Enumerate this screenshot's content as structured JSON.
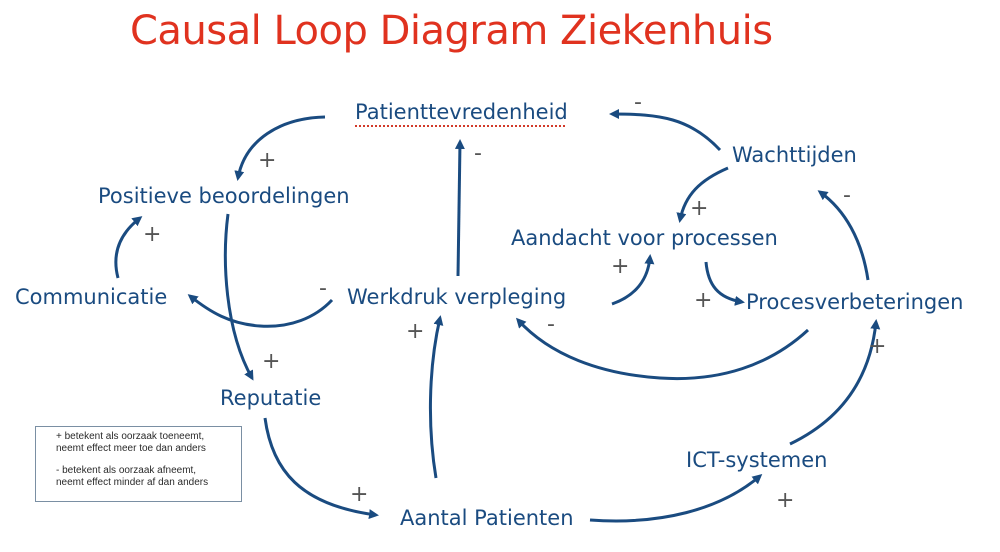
{
  "title": "Causal Loop Diagram Ziekenhuis",
  "nodes": {
    "patienttevredenheid": "Patienttevredenheid",
    "positieve_beoordelingen": "Positieve beoordelingen",
    "wachttijden": "Wachttijden",
    "aandacht_voor_processen": "Aandacht voor processen",
    "communicatie": "Communicatie",
    "werkdruk_verpleging": "Werkdruk verpleging",
    "procesverbeteringen": "Procesverbeteringen",
    "reputatie": "Reputatie",
    "ict_systemen": "ICT-systemen",
    "aantal_patienten": "Aantal Patienten"
  },
  "links": [
    {
      "from": "Patienttevredenheid",
      "to": "Positieve beoordelingen",
      "polarity": "+"
    },
    {
      "from": "Wachttijden",
      "to": "Patienttevredenheid",
      "polarity": "-"
    },
    {
      "from": "Werkdruk verpleging",
      "to": "Patienttevredenheid",
      "polarity": "-"
    },
    {
      "from": "Wachttijden",
      "to": "Aandacht voor processen",
      "polarity": "+"
    },
    {
      "from": "Procesverbeteringen",
      "to": "Wachttijden",
      "polarity": "-"
    },
    {
      "from": "Communicatie",
      "to": "Positieve beoordelingen",
      "polarity": "+"
    },
    {
      "from": "Werkdruk verpleging",
      "to": "Communicatie",
      "polarity": "-"
    },
    {
      "from": "Werkdruk verpleging",
      "to": "Aandacht voor processen",
      "polarity": "+"
    },
    {
      "from": "Aandacht voor processen",
      "to": "Procesverbeteringen",
      "polarity": "+"
    },
    {
      "from": "Procesverbeteringen",
      "to": "Werkdruk verpleging",
      "polarity": "-"
    },
    {
      "from": "Positieve beoordelingen",
      "to": "Reputatie",
      "polarity": "+"
    },
    {
      "from": "Aantal Patienten",
      "to": "Werkdruk verpleging",
      "polarity": "+"
    },
    {
      "from": "ICT-systemen",
      "to": "Procesverbeteringen",
      "polarity": "+"
    },
    {
      "from": "Reputatie",
      "to": "Aantal Patienten",
      "polarity": "+"
    },
    {
      "from": "Aantal Patienten",
      "to": "ICT-systemen",
      "polarity": "+"
    }
  ],
  "legend": {
    "plus_line1": "+ betekent als oorzaak toeneemt,",
    "plus_line2": "neemt effect meer toe dan anders",
    "minus_line1": "- betekent als oorzaak afneemt,",
    "minus_line2": "neemt effect minder af dan anders"
  },
  "colors": {
    "title": "#e0321f",
    "node": "#1a4b80",
    "sign": "#555555"
  }
}
